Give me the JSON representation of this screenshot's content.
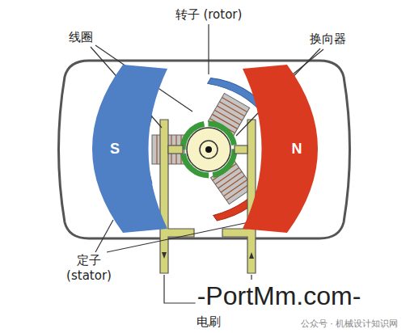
{
  "diagram": {
    "nodes": [
      {
        "text": [
          "S"
        ]
      },
      {
        "text": [
          "N"
        ]
      }
    ],
    "labels": [
      "转子 (rotor)",
      "线圈",
      "换向器",
      "定子 (stator)",
      "电刷",
      "-PortMm.com-",
      "公众号 · 机械设计知识网"
    ]
  }
}
